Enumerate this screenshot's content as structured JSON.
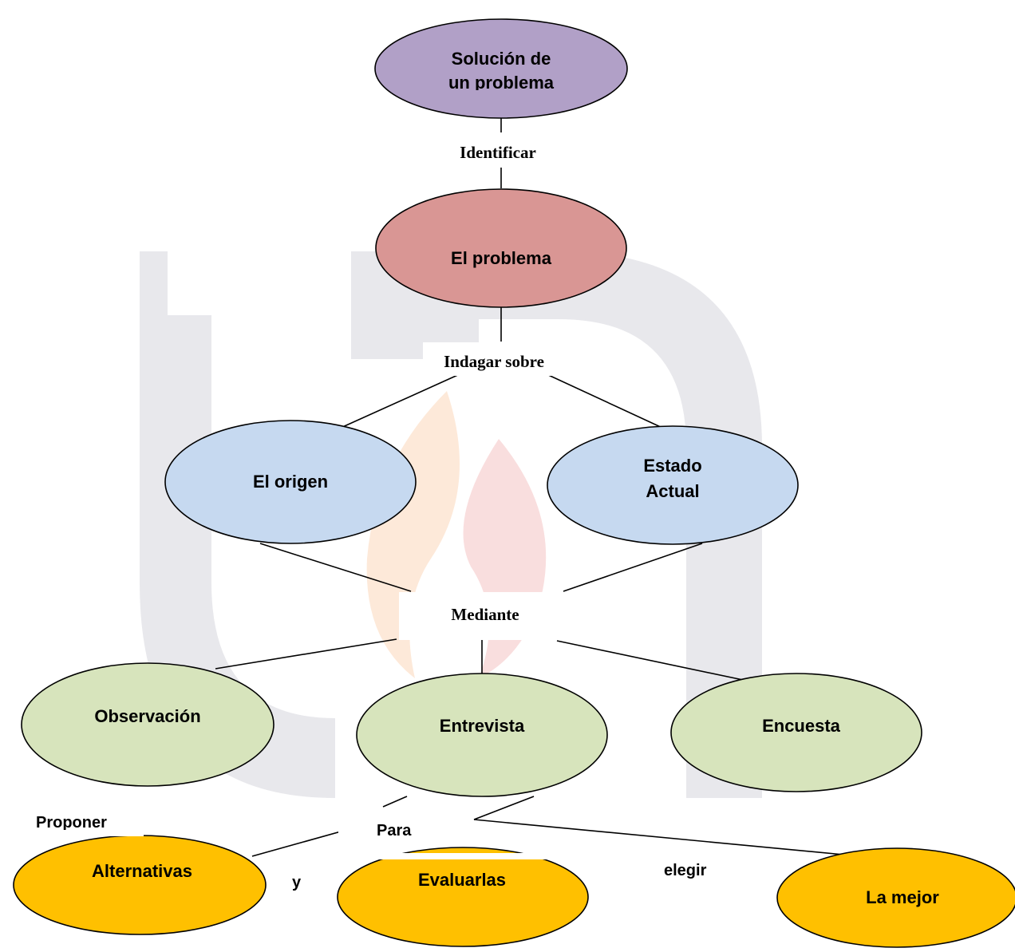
{
  "colors": {
    "root": "#b1a0c7",
    "problem": "#d99694",
    "cause": "#c6d9f0",
    "method": "#d7e4bc",
    "outcome": "#ffc000",
    "watermark_gray": "#e8e8ec",
    "watermark_orange": "#fde9d9",
    "watermark_red": "#f9dede"
  },
  "nodes": {
    "root": {
      "line1": "Solución de",
      "line2": "un problema"
    },
    "problem": {
      "label": "El problema"
    },
    "origin": {
      "label": "El origen"
    },
    "state": {
      "line1": "Estado",
      "line2": "Actual"
    },
    "observation": {
      "label": "Observación"
    },
    "interview": {
      "label": "Entrevista"
    },
    "survey": {
      "label": "Encuesta"
    },
    "alternatives": {
      "label": "Alternativas"
    },
    "evaluate": {
      "label": "Evaluarlas"
    },
    "best": {
      "label": "La mejor"
    }
  },
  "links": {
    "identify": "Identificar",
    "inquire": "Indagar sobre",
    "through": "Mediante",
    "propose": "Proponer",
    "for": "Para",
    "and": "y",
    "choose": "elegir"
  }
}
